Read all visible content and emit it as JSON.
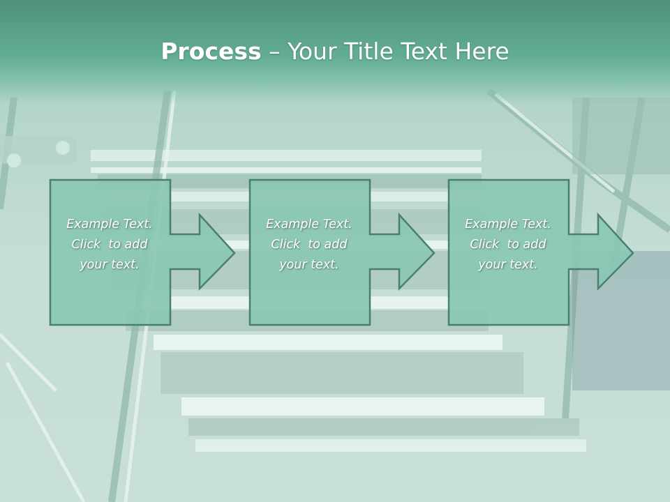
{
  "slide": {
    "title_bold": "Process",
    "title_rest": " – Your Title Text Here",
    "colors": {
      "title_band": "#5fa890",
      "box_fill": "#8ac7b4",
      "box_stroke": "#4a7f6d",
      "text": "#ffffff"
    },
    "background": "escalator-photo",
    "steps": [
      {
        "line1": "Example Text.",
        "line2": "Click  to add",
        "line3": "your text."
      },
      {
        "line1": "Example Text.",
        "line2": "Click  to add",
        "line3": "your text."
      },
      {
        "line1": "Example Text.",
        "line2": "Click  to add",
        "line3": "your text."
      }
    ]
  }
}
